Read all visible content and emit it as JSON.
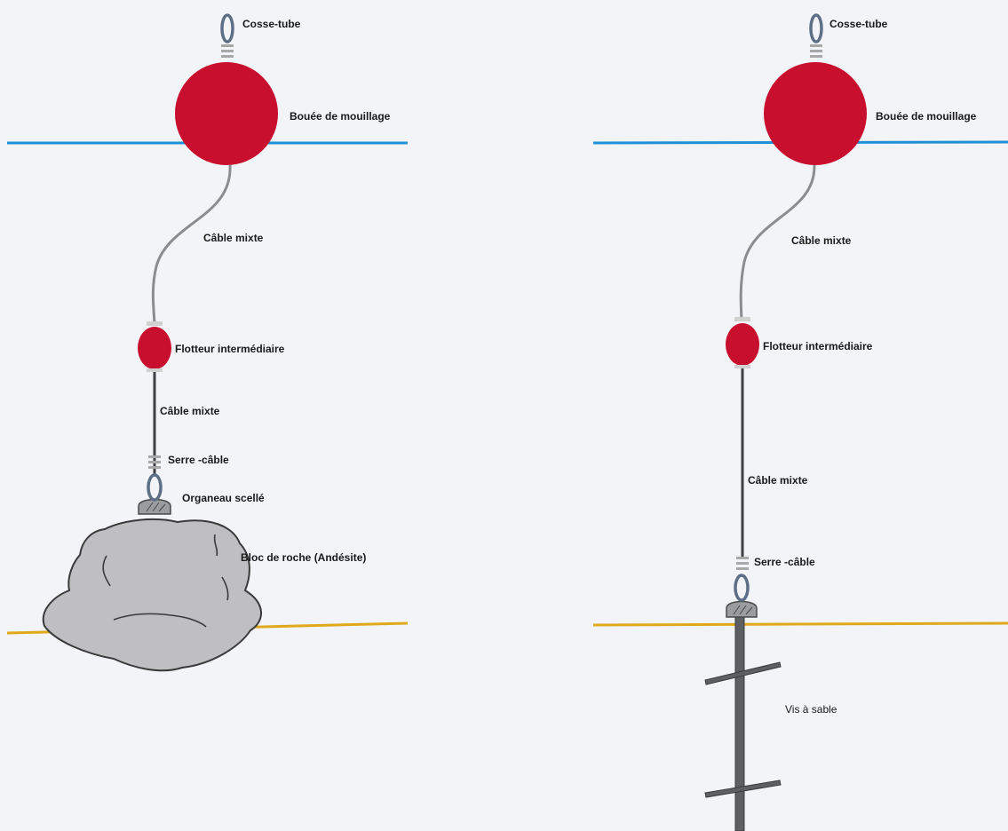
{
  "colors": {
    "water_line": "#1f8fd6",
    "seabed_line": "#e0a91c",
    "buoy": "#c8102e",
    "cable": "#8a8c8f",
    "cable_dark": "#3e4044",
    "rock": "#bfbfc1",
    "eye": "#5c6f86"
  },
  "left": {
    "cosse_tube": "Cosse-tube",
    "bouee": "Bouée de mouillage",
    "cable_upper": "Câble mixte",
    "flotteur": "Flotteur intermédiaire",
    "cable_lower": "Câble mixte",
    "serre_cable": "Serre -câble",
    "organeau": "Organeau scellé",
    "bloc": "Bloc de roche  (Andésite)"
  },
  "right": {
    "cosse_tube": "Cosse-tube",
    "bouee": "Bouée de mouillage",
    "cable_upper": "Câble mixte",
    "flotteur": "Flotteur intermédiaire",
    "cable_lower": "Câble mixte",
    "serre_cable": "Serre -câble",
    "vis": "Vis à sable"
  }
}
